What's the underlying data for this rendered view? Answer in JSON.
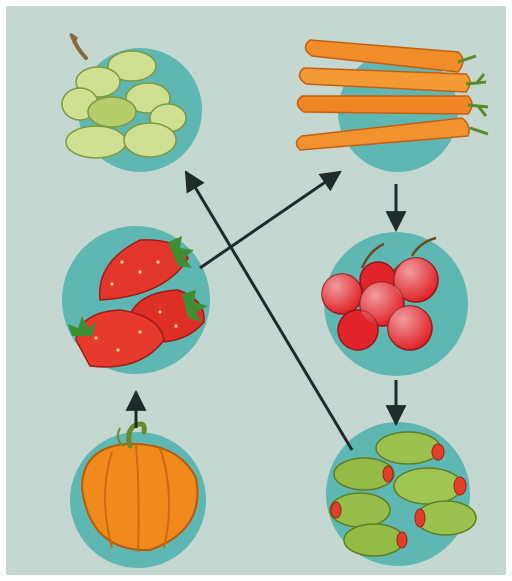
{
  "diagram": {
    "background_color": "#c4d8d1",
    "circle_color": "#5fb7b4",
    "arrow_color": "#1f2b2a",
    "nodes": [
      {
        "id": "grapes",
        "icon": "grapes-icon",
        "color": "#c9dc8a"
      },
      {
        "id": "carrots",
        "icon": "carrots-icon",
        "color": "#f08c2a"
      },
      {
        "id": "strawberries",
        "icon": "strawberries-icon",
        "color": "#e2362c"
      },
      {
        "id": "cherries",
        "icon": "cherries-icon",
        "color": "#e0242a"
      },
      {
        "id": "pumpkin",
        "icon": "pumpkin-icon",
        "color": "#f08a1c"
      },
      {
        "id": "olives",
        "icon": "olives-icon",
        "color": "#9bc24f"
      }
    ],
    "edges": [
      {
        "from": "pumpkin",
        "to": "strawberries"
      },
      {
        "from": "strawberries",
        "to": "carrots"
      },
      {
        "from": "carrots",
        "to": "cherries"
      },
      {
        "from": "cherries",
        "to": "olives"
      },
      {
        "from": "olives",
        "to": "grapes"
      }
    ]
  }
}
